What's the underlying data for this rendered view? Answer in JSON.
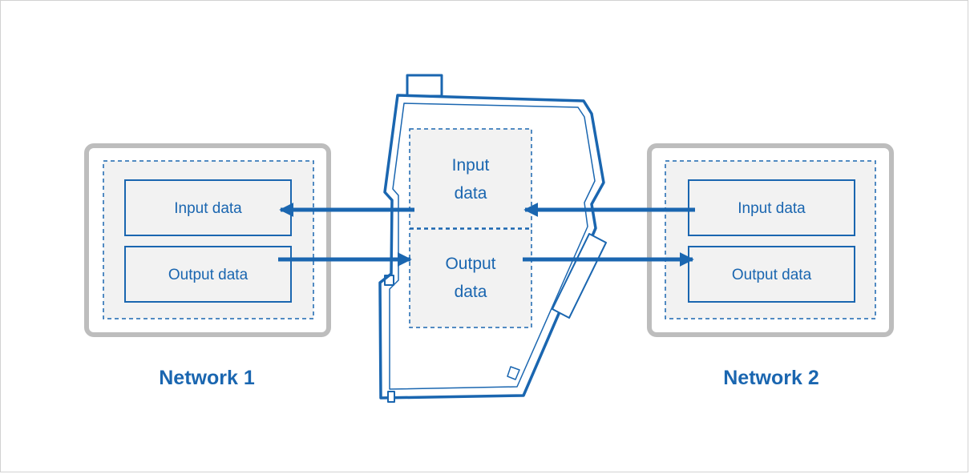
{
  "network_1": {
    "title": "Network 1",
    "input_label": "Input data",
    "output_label": "Output data"
  },
  "network_2": {
    "title": "Network 2",
    "input_label": "Input data",
    "output_label": "Output data"
  },
  "gateway": {
    "input_line1": "Input",
    "input_line2": "data",
    "output_line1": "Output",
    "output_line2": "data"
  },
  "colors": {
    "accent": "#1a66b0",
    "panel_border": "#bdbdbd",
    "fill": "#f2f2f2"
  }
}
